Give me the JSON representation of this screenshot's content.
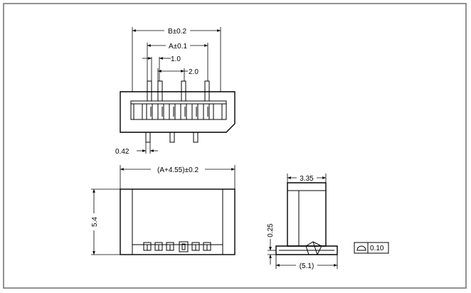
{
  "dimensions": {
    "b": "B±0.2",
    "a": "A±0.1",
    "pitch_1": "1.0",
    "pitch_2": "2.0",
    "pin_width": "0.42",
    "length": "(A+4.55)±0.2",
    "height": "5.4",
    "depth": "3.35",
    "thickness": "0.25",
    "base_width": "(5.1)",
    "flatness": "0.10"
  },
  "colors": {
    "frame": "#000000",
    "background": "#ffffff",
    "border": "#6e6e6e"
  },
  "icons": {
    "flatness": "flatness-symbol-icon"
  }
}
